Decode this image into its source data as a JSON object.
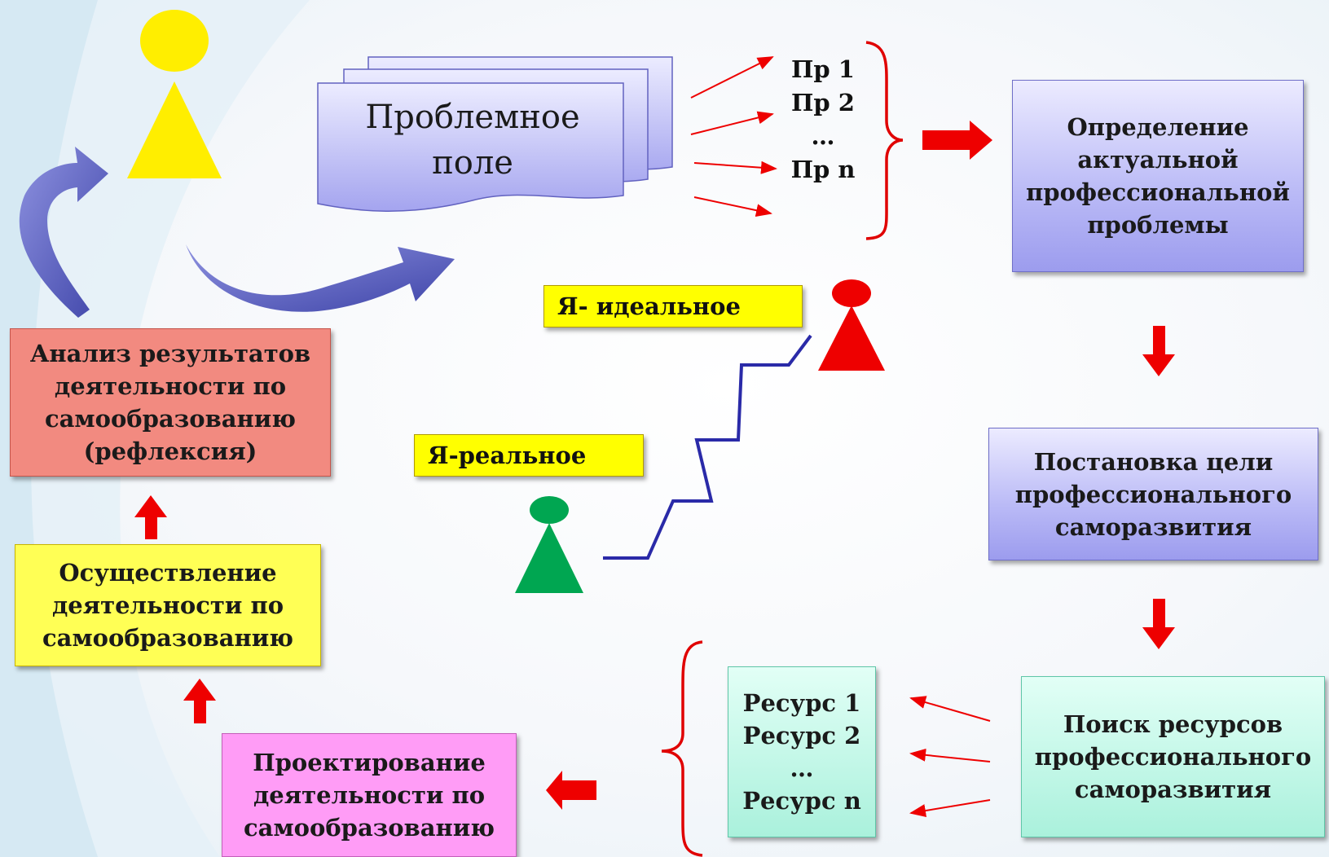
{
  "problem_field": {
    "label": "Проблемное\nполе"
  },
  "problem_list": {
    "text": "Пр 1\nПр 2\n…\nПр n"
  },
  "boxes": {
    "determine_problem": "Определение\nактуальной\nпрофессиональной\nпроблемы",
    "set_goal": "Постановка цели\nпрофессионального\nсаморазвития",
    "search_resources": "Поиск ресурсов\nпрофессионального\nсаморазвития",
    "design_activity": "Проектирование\nдеятельности по\nсамообразованию",
    "perform_activity": "Осуществление\nдеятельности по\nсамообразованию",
    "analysis": "Анализ  результатов\nдеятельности по\nсамообразованию\n(рефлексия)"
  },
  "resources_list": {
    "text": "Ресурс 1\nРесурс 2\n…\nРесурс n"
  },
  "self_labels": {
    "ideal": "Я- идеальное",
    "real": "Я-реальное"
  },
  "colors": {
    "arrow_red": "#ee0000",
    "figure_yellow": "#ffee00",
    "figure_red": "#ee0000",
    "figure_green": "#00a651",
    "stair_blue": "#2a2aa8",
    "cycle_arrow": "#5d62c4"
  }
}
